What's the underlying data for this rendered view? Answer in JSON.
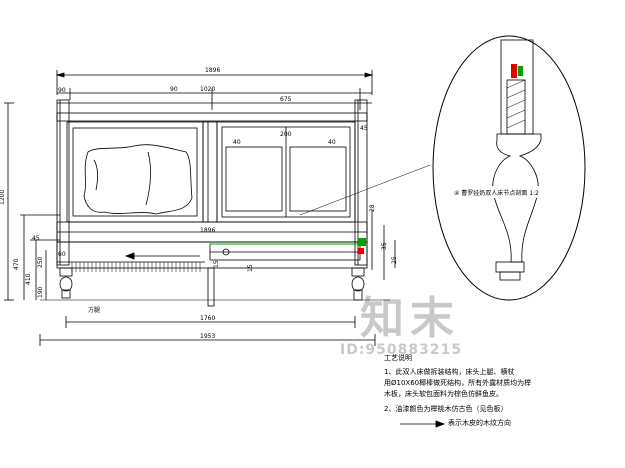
{
  "dimensions": {
    "overall_width": "1896",
    "left_section": "1020",
    "right_section": "675",
    "top_left_post": "90",
    "top_right_post": "90",
    "inner_1896": "1896",
    "rail_40_left": "40",
    "rail_40_right": "40",
    "center_gap": "200",
    "edge_45": "45",
    "height_total": "1200",
    "height_470": "470",
    "height_410": "410",
    "height_250": "250",
    "height_190": "190",
    "height_45": "45",
    "height_60": "60",
    "height_28": "28",
    "height_15a": "15",
    "height_15b": "15",
    "height_35": "35",
    "height_25": "25",
    "width_1760": "1760",
    "width_1953": "1953"
  },
  "labels": {
    "ground_note": "方腿",
    "detail_callout": "④ 曹罗娃奶双人床节点剖面 1:2"
  },
  "notes": {
    "heading": "工艺说明",
    "line1": "1、此双人床做拆装结构，床头上腿、横杖",
    "line2": "用Ø10X60椰棒做死结构，所有外露材质均为榉",
    "line3": "木板，床头软包面料为棕色仿鲜鱼皮。",
    "line4": "2、油漆颜色为榉桃木仿古色（见色板）",
    "line5": "表示木皮的木纹方向"
  },
  "watermark": {
    "logo": "知末",
    "id": "ID:950883215"
  },
  "colors": {
    "line": "#000000",
    "dim": "#000000",
    "accent_red": "#e00000",
    "accent_green": "#00a000",
    "watermark": "#666666"
  }
}
